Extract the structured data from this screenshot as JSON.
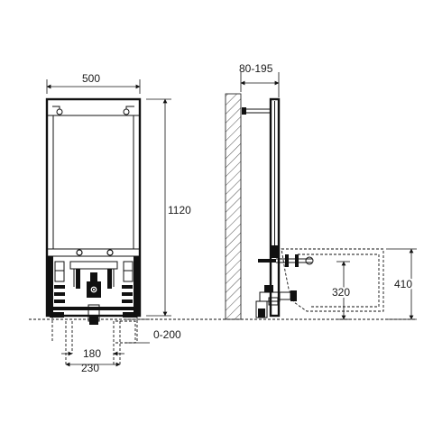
{
  "dimensions": {
    "frame_width": "500",
    "frame_height": "1120",
    "wall_offset": "80-195",
    "floor_adjust": "0-200",
    "inlet_spacing": "180",
    "mount_spacing": "230",
    "bowl_height_inner": "320",
    "bowl_height_outer": "410"
  }
}
